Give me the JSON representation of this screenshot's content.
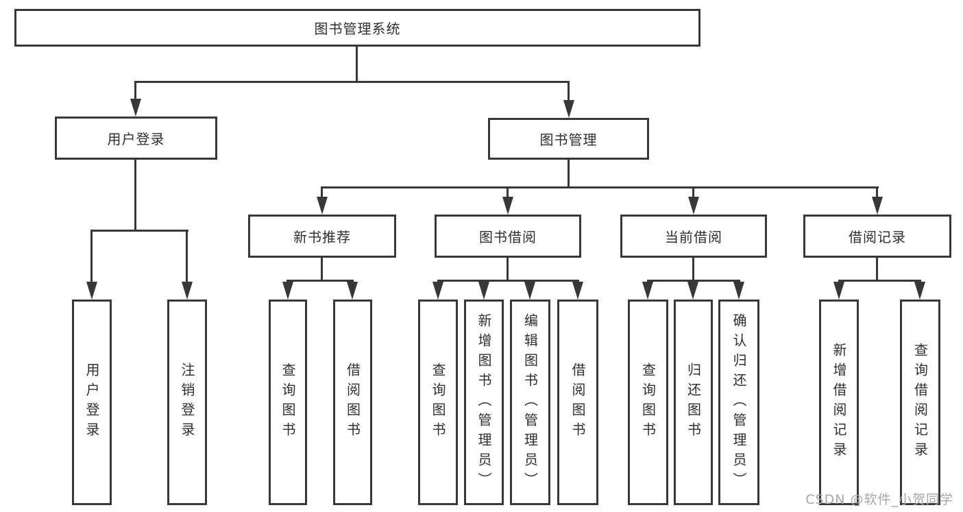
{
  "diagram": {
    "type": "hierarchy-tree",
    "nodes": {
      "root": {
        "label": "图书管理系统"
      },
      "user_login": {
        "label": "用户登录"
      },
      "book_management": {
        "label": "图书管理"
      },
      "new_book_rec": {
        "label": "新书推荐"
      },
      "book_borrowing": {
        "label": "图书借阅"
      },
      "current_borrowing": {
        "label": "当前借阅"
      },
      "borrowing_records": {
        "label": "借阅记录"
      },
      "leaf_user_login": {
        "label": "用户登录"
      },
      "leaf_logout": {
        "label": "注销登录"
      },
      "leaf_query_books_rec": {
        "label": "查询图书"
      },
      "leaf_borrow_books_rec": {
        "label": "借阅图书"
      },
      "leaf_query_books_borrow": {
        "label": "查询图书"
      },
      "leaf_add_books_admin": {
        "label": "新增图书（管理员）"
      },
      "leaf_edit_books_admin": {
        "label": "编辑图书（管理员）"
      },
      "leaf_borrow_books": {
        "label": "借阅图书"
      },
      "leaf_query_books_current": {
        "label": "查询图书"
      },
      "leaf_return_books": {
        "label": "归还图书"
      },
      "leaf_confirm_return_admin": {
        "label": "确认归还（管理员）"
      },
      "leaf_add_borrow_record": {
        "label": "新增借阅记录"
      },
      "leaf_query_borrow_record": {
        "label": "查询借阅记录"
      }
    },
    "hierarchy": {
      "图书管理系统": {
        "用户登录": [
          "用户登录",
          "注销登录"
        ],
        "图书管理": {
          "新书推荐": [
            "查询图书",
            "借阅图书"
          ],
          "图书借阅": [
            "查询图书",
            "新增图书（管理员）",
            "编辑图书（管理员）",
            "借阅图书"
          ],
          "当前借阅": [
            "查询图书",
            "归还图书",
            "确认归还（管理员）"
          ],
          "借阅记录": [
            "新增借阅记录",
            "查询借阅记录"
          ]
        }
      }
    },
    "colors": {
      "line": "#383838",
      "text": "#2f2f2f",
      "background": "#ffffff"
    }
  },
  "watermark": {
    "text": "CSDN @软件_小贺同学",
    "color": "#a6a6a6"
  }
}
